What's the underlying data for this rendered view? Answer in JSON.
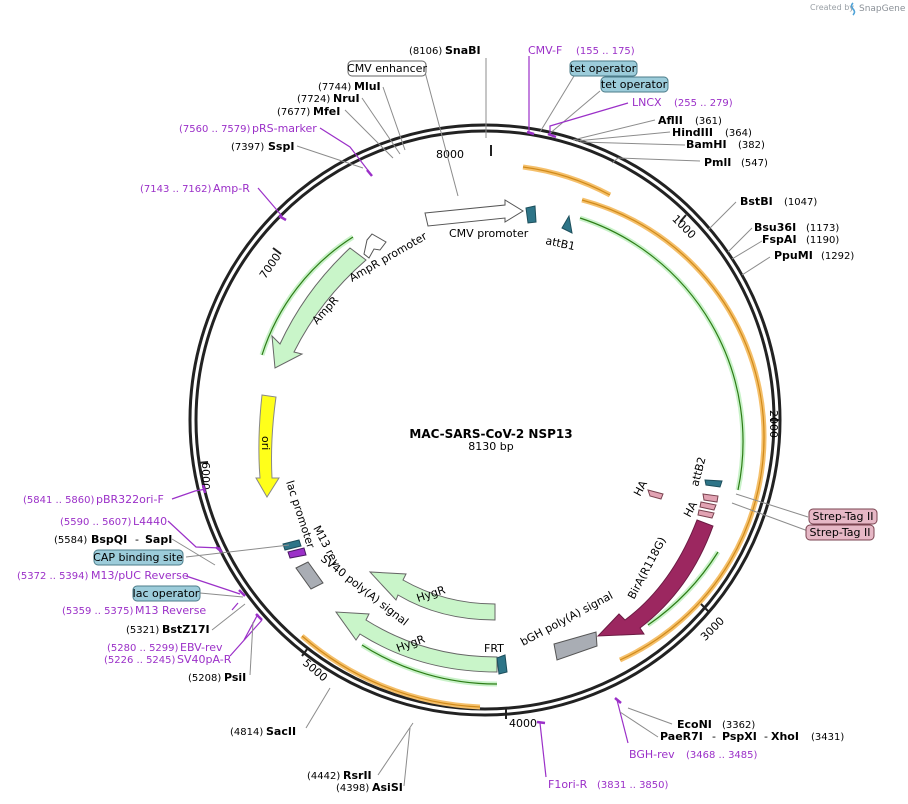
{
  "credit": {
    "created_by": "Created by",
    "brand": "SnapGene"
  },
  "plasmid": {
    "name": "MAC-SARS-CoV-2 NSP13",
    "length": "8130 bp"
  },
  "ticks": {
    "t8000": "8000",
    "t1000": "1000",
    "t2000": "2000",
    "t3000": "3000",
    "t4000": "4000",
    "t5000": "5000",
    "t6000": "6000",
    "t7000": "7000"
  },
  "features": {
    "cmv_enhancer": "CMV enhancer",
    "cmv_promoter": "CMV promoter",
    "tet_operator_1": "tet operator",
    "tet_operator_2": "tet operator",
    "attB1": "attB1",
    "ampR_promoter": "AmpR promoter",
    "ampR": "AmpR",
    "ori": "ori",
    "lac_promoter": "lac promoter",
    "m13_rev": "M13 rev",
    "sv40_polya": "SV40 poly(A) signal",
    "hygR_1": "HygR",
    "hygR_2": "HygR",
    "frt": "FRT",
    "bgh_polya": "bGH poly(A) signal",
    "birA": "BirA(R118G)",
    "ha_1": "HA",
    "ha_2": "HA",
    "attB2": "attB2",
    "strep_tag_1": "Strep-Tag II",
    "strep_tag_2": "Strep-Tag II",
    "cap_binding_site": "CAP binding site",
    "lac_operator": "lac operator"
  },
  "sites": {
    "snaBI": {
      "name": "SnaBI",
      "pos": "(8106)"
    },
    "mluI": {
      "name": "MluI",
      "pos": "(7744)"
    },
    "nruI": {
      "name": "NruI",
      "pos": "(7724)"
    },
    "mfeI": {
      "name": "MfeI",
      "pos": "(7677)"
    },
    "sspI": {
      "name": "SspI",
      "pos": "(7397)"
    },
    "aflII": {
      "name": "AflII",
      "pos": "(361)"
    },
    "hindIII": {
      "name": "HindIII",
      "pos": "(364)"
    },
    "bamHI": {
      "name": "BamHI",
      "pos": "(382)"
    },
    "pmlI": {
      "name": "PmlI",
      "pos": "(547)"
    },
    "bstBI": {
      "name": "BstBI",
      "pos": "(1047)"
    },
    "bsu36I": {
      "name": "Bsu36I",
      "pos": "(1173)"
    },
    "fspAI": {
      "name": "FspAI",
      "pos": "(1190)"
    },
    "ppuMI": {
      "name": "PpuMI",
      "pos": "(1292)"
    },
    "bspQI": {
      "name": "BspQI",
      "pos": "(5584)"
    },
    "sapI": {
      "name": "SapI",
      "sep": "-"
    },
    "bstZ17I": {
      "name": "BstZ17I",
      "pos": "(5321)"
    },
    "psiI": {
      "name": "PsiI",
      "pos": "(5208)"
    },
    "sacII": {
      "name": "SacII",
      "pos": "(4814)"
    },
    "rsrII": {
      "name": "RsrII",
      "pos": "(4442)"
    },
    "asiSI": {
      "name": "AsiSI",
      "pos": "(4398)"
    },
    "ecoNI": {
      "name": "EcoNI",
      "pos": "(3362)"
    },
    "paeR7I": {
      "name": "PaeR7I"
    },
    "pspXI": {
      "name": "PspXI",
      "sep": "-"
    },
    "xhoI": {
      "name": "XhoI",
      "sep": "-",
      "pos": "(3431)"
    }
  },
  "primers": {
    "cmvF": {
      "name": "CMV-F",
      "pos": "(155 .. 175)"
    },
    "lncx": {
      "name": "LNCX",
      "pos": "(255 .. 279)"
    },
    "prsMarker": {
      "name": "pRS-marker",
      "pos": "(7560 .. 7579)"
    },
    "ampR": {
      "name": "Amp-R",
      "pos": "(7143 .. 7162)"
    },
    "pbr322oriF": {
      "name": "pBR322ori-F",
      "pos": "(5841 .. 5860)"
    },
    "l4440": {
      "name": "L4440",
      "pos": "(5590 .. 5607)"
    },
    "m13pucRev": {
      "name": "M13/pUC Reverse",
      "pos": "(5372 .. 5394)"
    },
    "m13Rev": {
      "name": "M13 Reverse",
      "pos": "(5359 .. 5375)"
    },
    "ebvRev": {
      "name": "EBV-rev",
      "pos": "(5280 .. 5299)"
    },
    "sv40paR": {
      "name": "SV40pA-R",
      "pos": "(5226 .. 5245)"
    },
    "f1oriR": {
      "name": "F1ori-R",
      "pos": "(3831 .. 3850)"
    },
    "bghRev": {
      "name": "BGH-rev",
      "pos": "(3468 .. 3485)"
    }
  },
  "colors": {
    "primer": "#9b30c8",
    "feature_box_blue": "#9cccda",
    "feature_box_pink": "#e6b8c6",
    "ori": "#ffff1a",
    "resistance": "#c9f5c9",
    "birA": "#9c2760",
    "orf": "#f5c06b"
  }
}
